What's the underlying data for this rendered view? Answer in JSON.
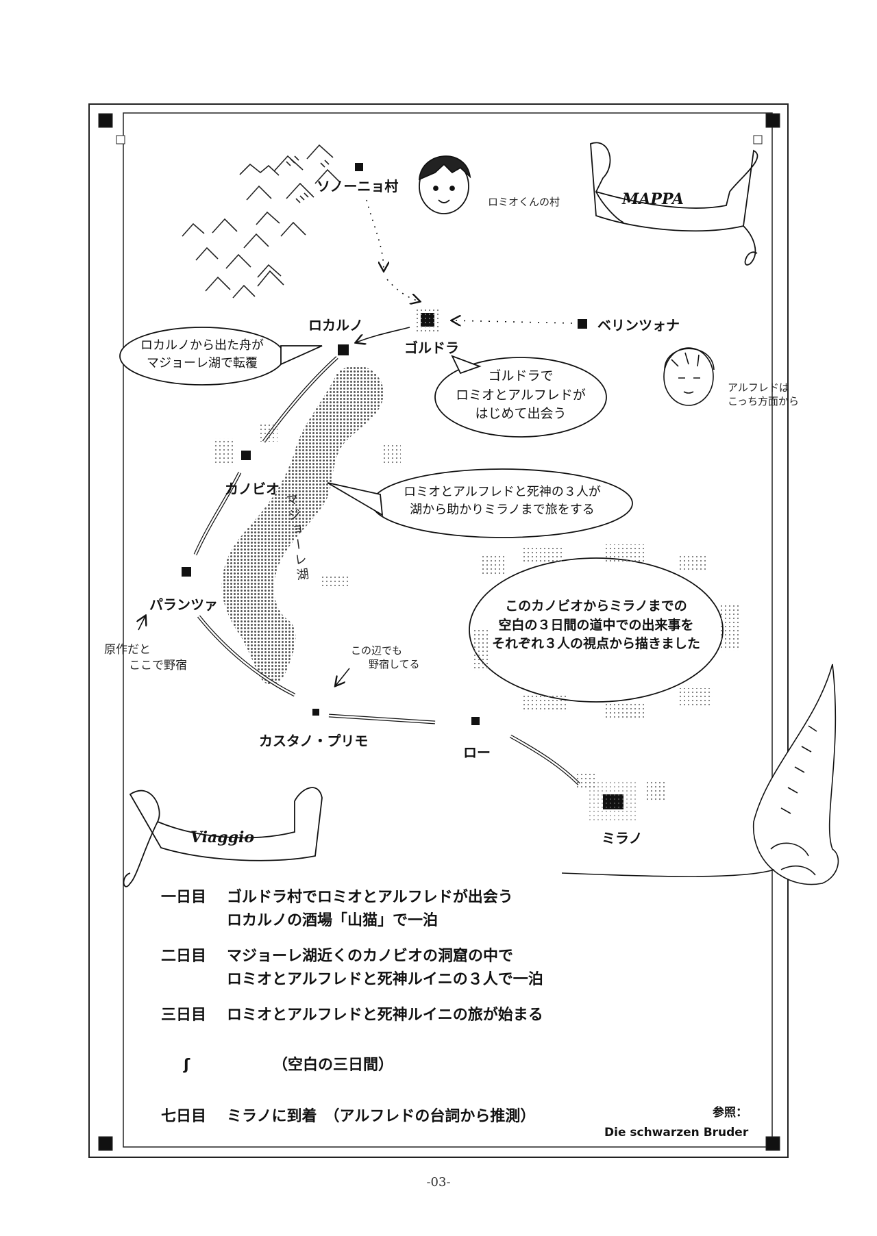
{
  "banners": {
    "map": "MAPPA",
    "journey": "Viaggio"
  },
  "places": {
    "sonogno": "ソノーニョ村",
    "locarno": "ロカルノ",
    "goldra": "ゴルドラ",
    "bellinzona": "ベリンツォナ",
    "cannobio": "カノビオ",
    "pallanza": "パランツァ",
    "castano_primo": "カスタノ・プリモ",
    "rho": "ロー",
    "milano": "ミラノ",
    "lake": "マジョーレ湖"
  },
  "notes": {
    "romio_village": "ロミオくんの村",
    "alfred_from": [
      "アルフレドは",
      "こっち方面から"
    ],
    "camp_original": [
      "原作だと",
      "ここで野宿"
    ],
    "camp_here": [
      "この辺でも",
      "野宿してる"
    ]
  },
  "bubbles": {
    "locarno": [
      "ロカルノから出た舟が",
      "マジョーレ湖で転覆"
    ],
    "goldra": [
      "ゴルドラで",
      "ロミオとアルフレドが",
      "はじめて出会う"
    ],
    "cannobio": [
      "ロミオとアルフレドと死神の３人が",
      "湖から助かりミラノまで旅をする"
    ],
    "summary": [
      "このカノビオからミラノまでの",
      "空白の３日間の道中での出来事を",
      "それぞれ３人の視点から描きました"
    ]
  },
  "itinerary": [
    {
      "day": "一日目",
      "lines": [
        "ゴルドラ村でロミオとアルフレドが出会う",
        "ロカルノの酒場「山猫」で一泊"
      ]
    },
    {
      "day": "二日目",
      "lines": [
        "マジョーレ湖近くのカノビオの洞窟の中で",
        "ロミオとアルフレドと死神ルイニの３人で一泊"
      ]
    },
    {
      "day": "三日目",
      "lines": [
        "ロミオとアルフレドと死神ルイニの旅が始まる"
      ]
    },
    {
      "day": "七日目",
      "lines": [
        "ミラノに到着　（アルフレドの台詞から推測）"
      ]
    }
  ],
  "gap": {
    "mark": "ʃ",
    "text": "（空白の三日間）"
  },
  "reference": {
    "label": "参照：",
    "source": "Die schwarzen Bruder"
  },
  "page_number": "-03-"
}
